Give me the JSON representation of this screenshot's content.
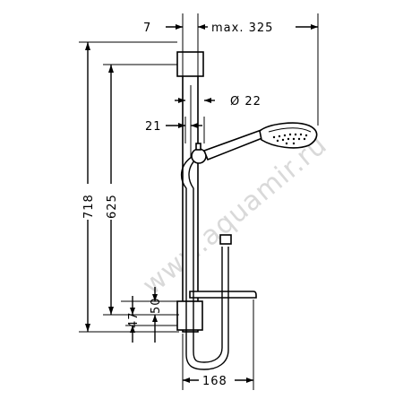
{
  "dimensions": {
    "top_width": "7",
    "max_reach": "max. 325",
    "diameter": "Ø 22",
    "offset": "21",
    "total_height": "718",
    "rail_height": "625",
    "bracket_height": "50",
    "bottom_offset": "47",
    "shelf_width": "168"
  },
  "watermark": "www.aquamir.ru"
}
